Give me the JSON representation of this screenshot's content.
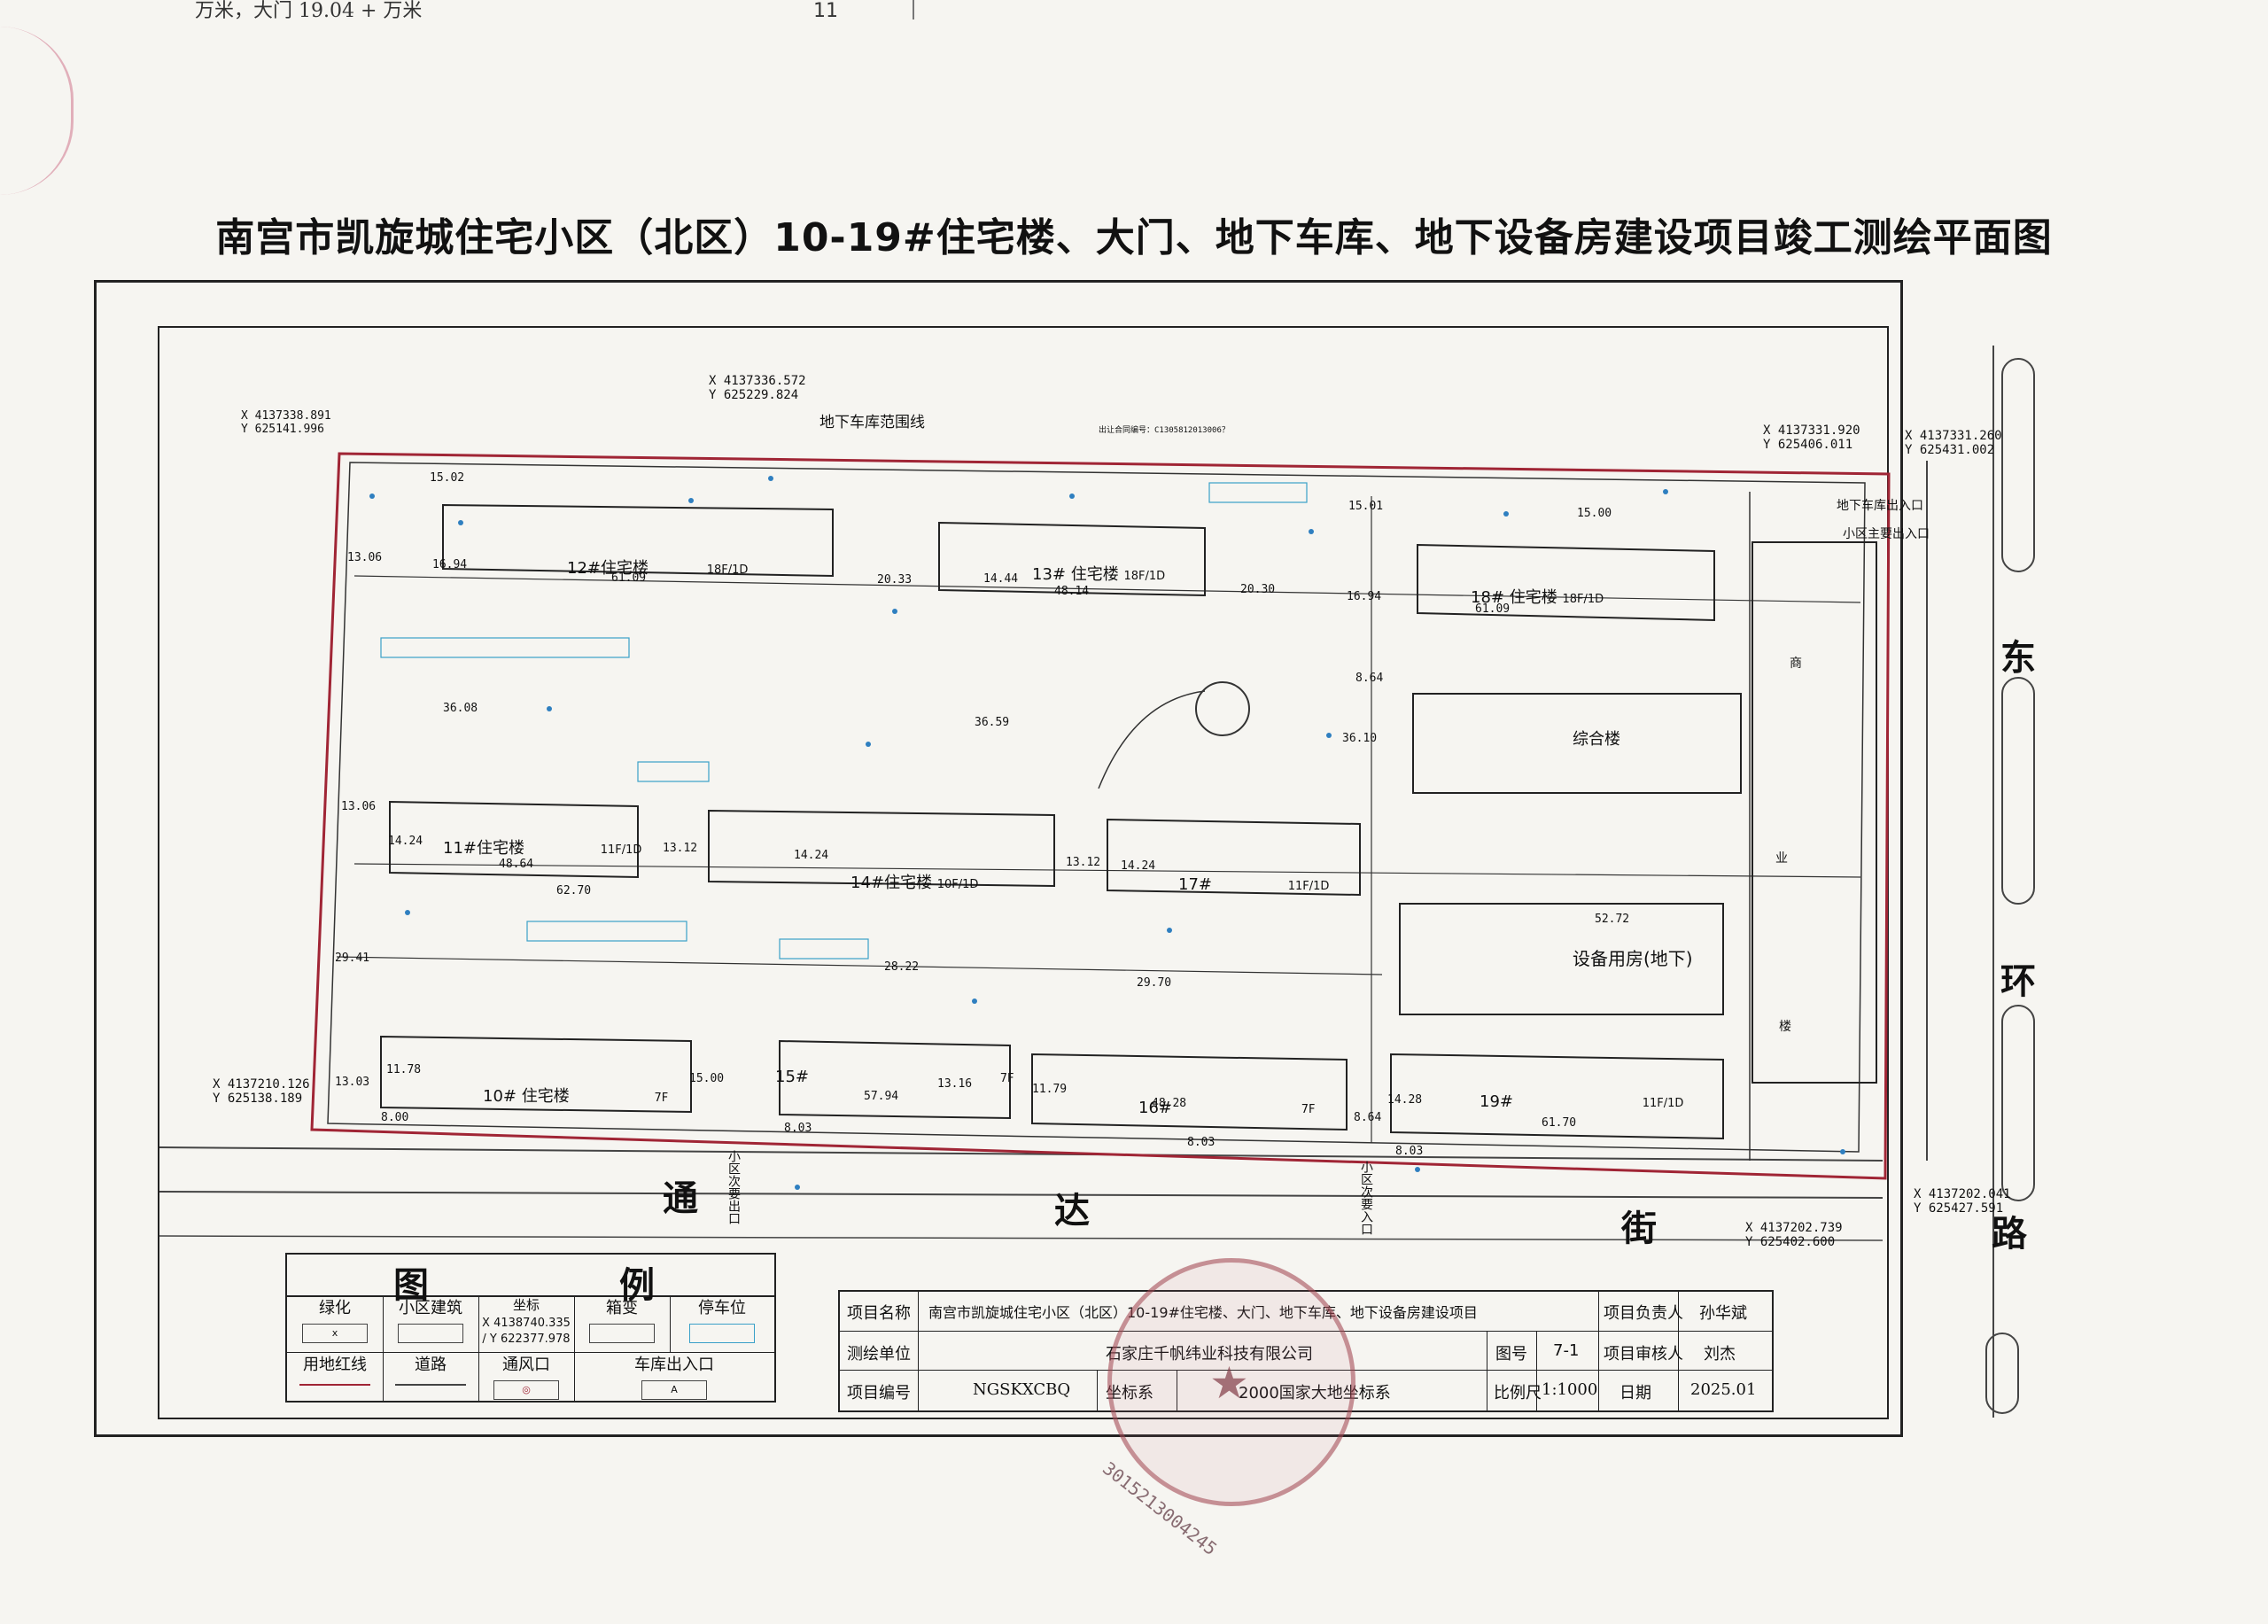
{
  "header": {
    "top_note": "万米，大门 19.04 + 万米",
    "top_mark": "11",
    "title": "南宫市凯旋城住宅小区（北区）10-19#住宅楼、大门、地下车库、地下设备房建设项目竣工测绘平面图"
  },
  "map": {
    "garage_line_label": "地下车库范围线",
    "small_note": "出让合同编号：C1305812013006？",
    "corner_coords": [
      {
        "x": "X 4137338.891",
        "y": "Y 625141.996"
      },
      {
        "x": "X 4137336.572",
        "y": "Y 625229.824"
      },
      {
        "x": "X 4137331.920",
        "y": "Y 625406.011"
      },
      {
        "x": "X 4137331.260",
        "y": "Y 625431.002"
      },
      {
        "x": "X 4137210.126",
        "y": "Y 625138.189"
      },
      {
        "x": "X 4137202.041",
        "y": "Y 625427.591"
      },
      {
        "x": "X 4137202.739",
        "y": "Y 625402.600"
      }
    ],
    "buildings": [
      {
        "name": "12#住宅楼",
        "floors": "18F/1D"
      },
      {
        "name": "13# 住宅楼",
        "floors": "18F/1D"
      },
      {
        "name": "18# 住宅楼",
        "floors": "18F/1D"
      },
      {
        "name": "11#住宅楼",
        "floors": "11F/1D"
      },
      {
        "name": "14#住宅楼",
        "floors": "10F/1D"
      },
      {
        "name": "17#",
        "floors": "11F/1D"
      },
      {
        "name": "10# 住宅楼",
        "floors": "7F"
      },
      {
        "name": "15#",
        "floors": "7F"
      },
      {
        "name": "16#",
        "floors": "7F"
      },
      {
        "name": "19#",
        "floors": "11F/1D"
      }
    ],
    "other_blocks": {
      "complex": "综合楼",
      "equipment": "设备用房(地下)",
      "commercial": [
        "商",
        "业",
        "楼"
      ]
    },
    "dims": [
      "15.02",
      "13.06",
      "16.94",
      "61.09",
      "20.33",
      "14.44",
      "48.14",
      "20.30",
      "16.94",
      "61.09",
      "15.01",
      "15.00",
      "36.08",
      "36.59",
      "36.10",
      "13.06",
      "14.24",
      "48.64",
      "13.12",
      "14.24",
      "13.12",
      "14.24",
      "52.72",
      "29.41",
      "28.22",
      "29.70",
      "13.03",
      "11.78",
      "15.00",
      "13.16",
      "11.79",
      "8.00",
      "8.03",
      "8.03",
      "8.64",
      "8.03",
      "14.28",
      "61.70",
      "62.70",
      "57.94",
      "48.28",
      "8.64"
    ],
    "labels": {
      "garage_entrance": "地下车库出入口",
      "main_entrance": "小区主要出入口",
      "sub_entrance_1": "小区次要出口",
      "sub_entrance_2": "小区次要入口"
    },
    "streets": {
      "south": [
        "通",
        "达",
        "街"
      ],
      "east": [
        "东",
        "环",
        "路"
      ]
    }
  },
  "legend": {
    "title": [
      "图",
      "例"
    ],
    "items": [
      {
        "label": "绿化",
        "sample": "x"
      },
      {
        "label": "小区建筑",
        "sample": ""
      },
      {
        "label": "坐标",
        "sample": "X 4138740.335 / Y 622377.978"
      },
      {
        "label": "箱变",
        "sample": ""
      },
      {
        "label": "停车位",
        "sample": ""
      },
      {
        "label": "用地红线",
        "sample": ""
      },
      {
        "label": "道路",
        "sample": ""
      },
      {
        "label": "通风口",
        "sample": "◎"
      },
      {
        "label": "车库出入口",
        "sample": "A"
      }
    ]
  },
  "title_block": {
    "project_name_label": "项目名称",
    "project_name": "南宫市凯旋城住宅小区（北区）10-19#住宅楼、大门、地下车库、地下设备房建设项目",
    "leader_label": "项目负责人",
    "leader": "孙华斌",
    "unit_label": "测绘单位",
    "unit": "石家庄千帆纬业科技有限公司",
    "drawing_no_label": "图号",
    "drawing_no": "7-1",
    "reviewer_label": "项目审核人",
    "reviewer": "刘杰",
    "code_label": "项目编号",
    "code": "NGSKXCBQ",
    "crs_label": "坐标系",
    "crs": "2000国家大地坐标系",
    "scale_label": "比例尺",
    "scale": "1:1000",
    "date_label": "日期",
    "date": "2025.01"
  },
  "seal": {
    "number": "3015213004245"
  },
  "colors": {
    "red_line": "#a02535",
    "parking": "#3aa0c8",
    "dots": "#2f7fc0",
    "ink": "#222222"
  }
}
